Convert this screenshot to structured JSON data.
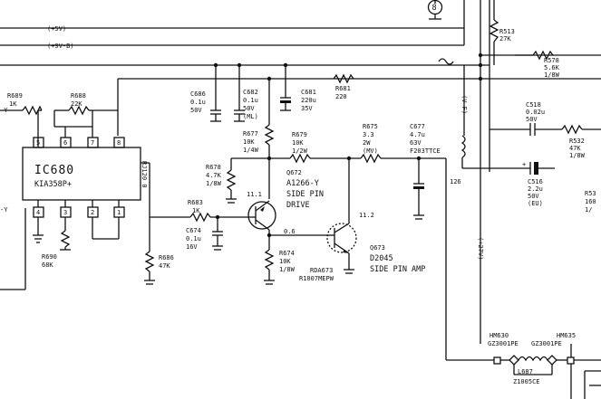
{
  "nets": {
    "plus5v": "(+5V)",
    "plus9v": "(+9V-B)",
    "plus27v": "(+27V)",
    "vf": "(V-F)",
    "y": "-Y",
    "y2": "-Y"
  },
  "ic": {
    "ref": "IC680",
    "part": "KIA358P+",
    "pins": [
      "5",
      "6",
      "7",
      "8",
      "4",
      "3",
      "2",
      "1"
    ]
  },
  "test_point": "8",
  "parts": {
    "r689": [
      "R689",
      "1K"
    ],
    "r688": [
      "R688",
      "22K"
    ],
    "r690": [
      "R690",
      "68K"
    ],
    "r686": [
      "R686",
      "47K"
    ],
    "rj120": "RJ120 0",
    "c686": [
      "C686",
      "0.1u",
      "50V"
    ],
    "c682": [
      "C682",
      "0.1u",
      "50V",
      "(ML)"
    ],
    "c681": [
      "C681",
      "220u",
      "35V"
    ],
    "r681": [
      "R681",
      "220"
    ],
    "r677": [
      "R677",
      "10K",
      "1/4W"
    ],
    "r679": [
      "R679",
      "10K",
      "1/2W"
    ],
    "r678": [
      "R678",
      "4.7K",
      "1/8W"
    ],
    "r683": [
      "R683",
      "1K"
    ],
    "c674": [
      "C674",
      "0.1u",
      "16V"
    ],
    "r674": [
      "R674",
      "10K",
      "1/8W"
    ],
    "q672": [
      "Q672",
      "A1266-Y",
      "SIDE PIN",
      "DRIVE"
    ],
    "q673": [
      "Q673",
      "D2045",
      "SIDE PIN AMP"
    ],
    "rda673": [
      "RDA673",
      "R1007MEPW"
    ],
    "r675": [
      "R675",
      "3.3",
      "2W",
      "(MV)"
    ],
    "c677": [
      "C677",
      "4.7u",
      "63V",
      "F203TTCE"
    ],
    "r513": [
      "R513",
      "27K"
    ],
    "r578": [
      "R578",
      "5.6K",
      "1/8W"
    ],
    "c518": [
      "C518",
      "0.02u",
      "50V"
    ],
    "r532": [
      "R532",
      "47K",
      "1/8W"
    ],
    "c516": [
      "C516",
      "2.2u",
      "50V",
      "(EU)"
    ],
    "r53x": [
      "R53",
      "160",
      "1/"
    ],
    "hm630": [
      "HM630",
      "GZ3001PE"
    ],
    "hm635": [
      "HM635",
      "GZ3001PE"
    ],
    "l687": [
      "L687",
      "Z1005CE"
    ]
  },
  "voltages": {
    "v1": "11.1",
    "v2": "11.2",
    "v3": "0.6"
  },
  "node_label": "126"
}
